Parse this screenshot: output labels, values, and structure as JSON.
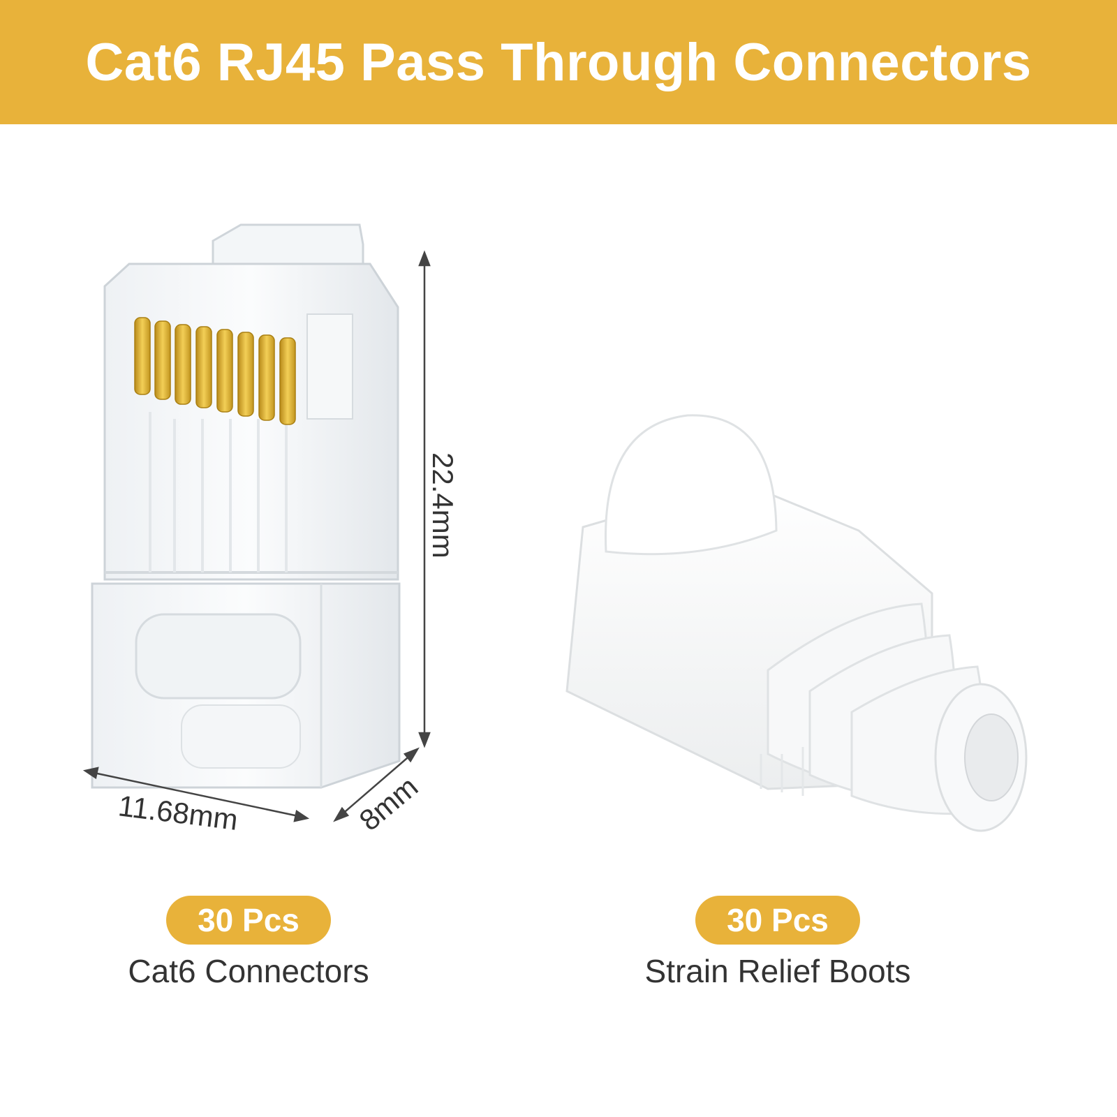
{
  "banner": {
    "title": "Cat6 RJ45 Pass Through Connectors",
    "color": "#e8b23a"
  },
  "connector": {
    "dimensions": {
      "height": "22.4mm",
      "width": "11.68mm",
      "depth": "8mm"
    },
    "quantity": "30 Pcs",
    "label": "Cat6 Connectors"
  },
  "boot": {
    "quantity": "30 Pcs",
    "label": "Strain Relief Boots"
  }
}
